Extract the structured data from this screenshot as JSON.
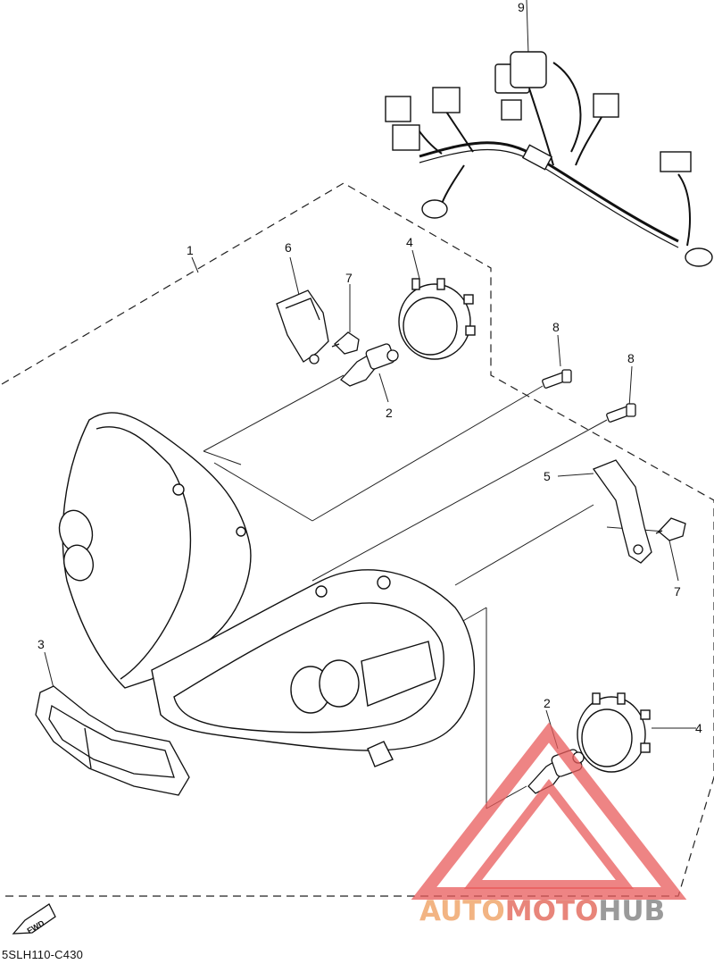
{
  "diagram": {
    "part_labels": {
      "assembly": "1",
      "bulb_upper": "2",
      "bulb_lower": "2",
      "grille": "3",
      "ring_upper": "4",
      "ring_lower": "4",
      "bracket": "5",
      "cover": "6",
      "socket_upper": "7",
      "socket_right": "7",
      "screw_a": "8",
      "screw_b": "8",
      "harness": "9"
    },
    "fwd_marker": "FWD",
    "drawing_code": "5SLH110-C430",
    "watermark": {
      "part1": "AUTO",
      "part2": "MOTO",
      "part3": "HUB",
      "color1": "#f2b483",
      "color2": "#e8857a",
      "color3": "#9a9a9a",
      "logo_color": "#e85b5b"
    }
  }
}
